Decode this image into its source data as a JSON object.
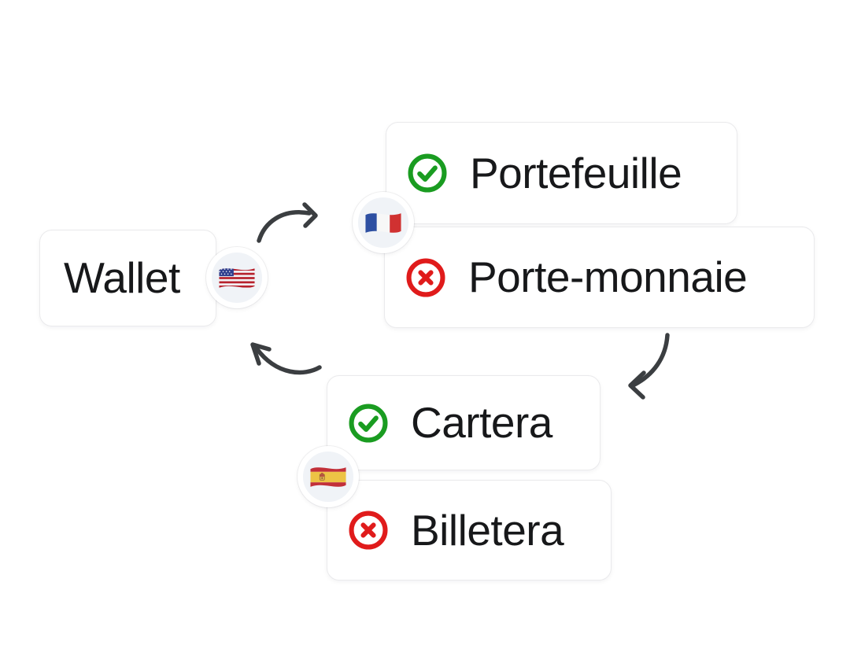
{
  "diagram": {
    "description_type": "word-translation-diagram",
    "source": {
      "label": "Wallet",
      "flag_icon": "us-flag-icon"
    },
    "french": {
      "flag_icon": "france-flag-icon",
      "correct": {
        "label": "Portefeuille",
        "icon": "check-circle-icon"
      },
      "incorrect": {
        "label": "Porte-monnaie",
        "icon": "x-circle-icon"
      }
    },
    "spanish": {
      "flag_icon": "spain-flag-icon",
      "correct": {
        "label": "Cartera",
        "icon": "check-circle-icon"
      },
      "incorrect": {
        "label": "Billetera",
        "icon": "x-circle-icon"
      }
    },
    "arrows": [
      {
        "name": "wallet-to-french"
      },
      {
        "name": "french-to-spanish"
      },
      {
        "name": "spanish-to-wallet"
      }
    ]
  },
  "colors": {
    "correct": "#1a9c21",
    "incorrect": "#e01b1b",
    "text": "#17181a",
    "arrow": "#3b3e41",
    "badge_bg": "#f0f3f7",
    "card_border": "#eaeaec",
    "canvas_bg": "#ffffff"
  }
}
